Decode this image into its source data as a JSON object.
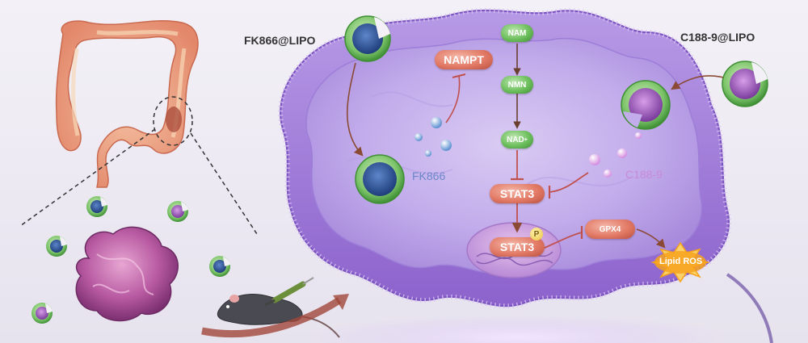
{
  "labels": {
    "fk866_lipo": "FK866@LIPO",
    "c188_lipo": "C188-9@LIPO",
    "fk866": "FK866",
    "c188": "C188-9"
  },
  "pathway": {
    "nam": "NAM",
    "nmn": "NMN",
    "nad": "NAD",
    "nad_sup": "+",
    "nampt": "NAMPT",
    "stat3": "STAT3",
    "pstat3": "STAT3",
    "p_mark": "P",
    "gpx4": "GPX4",
    "lipid_ros": "Lipid ROS"
  },
  "colors": {
    "cell_membrane": "#9a74d6",
    "cytoplasm": "#c7b3ec",
    "green_node": "#6dbf5d",
    "red_node": "#e27a66",
    "arrow": "#8a4a34",
    "inhibit": "#c0504d",
    "fk866_text": "#6b86c9",
    "c188_text": "#c98ad8",
    "ros_burst": "#f7a21b"
  }
}
